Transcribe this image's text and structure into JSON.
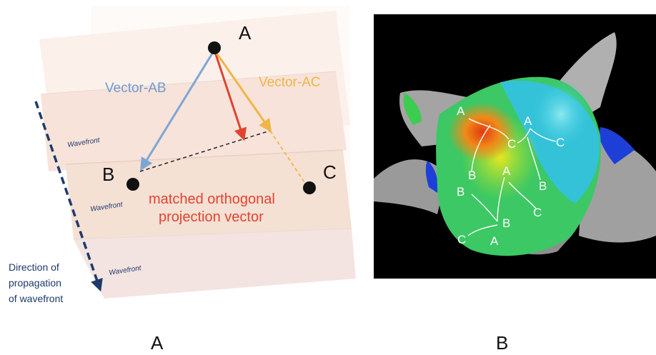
{
  "panel_a": {
    "point_a": "A",
    "point_b": "B",
    "point_c": "C",
    "vector_ab": "Vector-AB",
    "vector_ac": "Vector-AC",
    "projection_line1": "matched orthogonal",
    "projection_line2": "projection vector",
    "wavefront_1": "Wavefront",
    "wavefront_2": "Wavefront",
    "wavefront_3": "Wavefront",
    "direction_line1": "Direction of",
    "direction_line2": "propagation",
    "direction_line3": "of wavefront",
    "caption": "A",
    "colors": {
      "vector_ab": "#7ea6d4",
      "vector_ac": "#f0b545",
      "projection": "#e2442e",
      "direction": "#1e3a6b"
    }
  },
  "panel_b": {
    "caption": "B",
    "map_labels": [
      "A",
      "C",
      "B",
      "A",
      "C",
      "B",
      "A",
      "B",
      "C",
      "B",
      "C",
      "A"
    ]
  }
}
